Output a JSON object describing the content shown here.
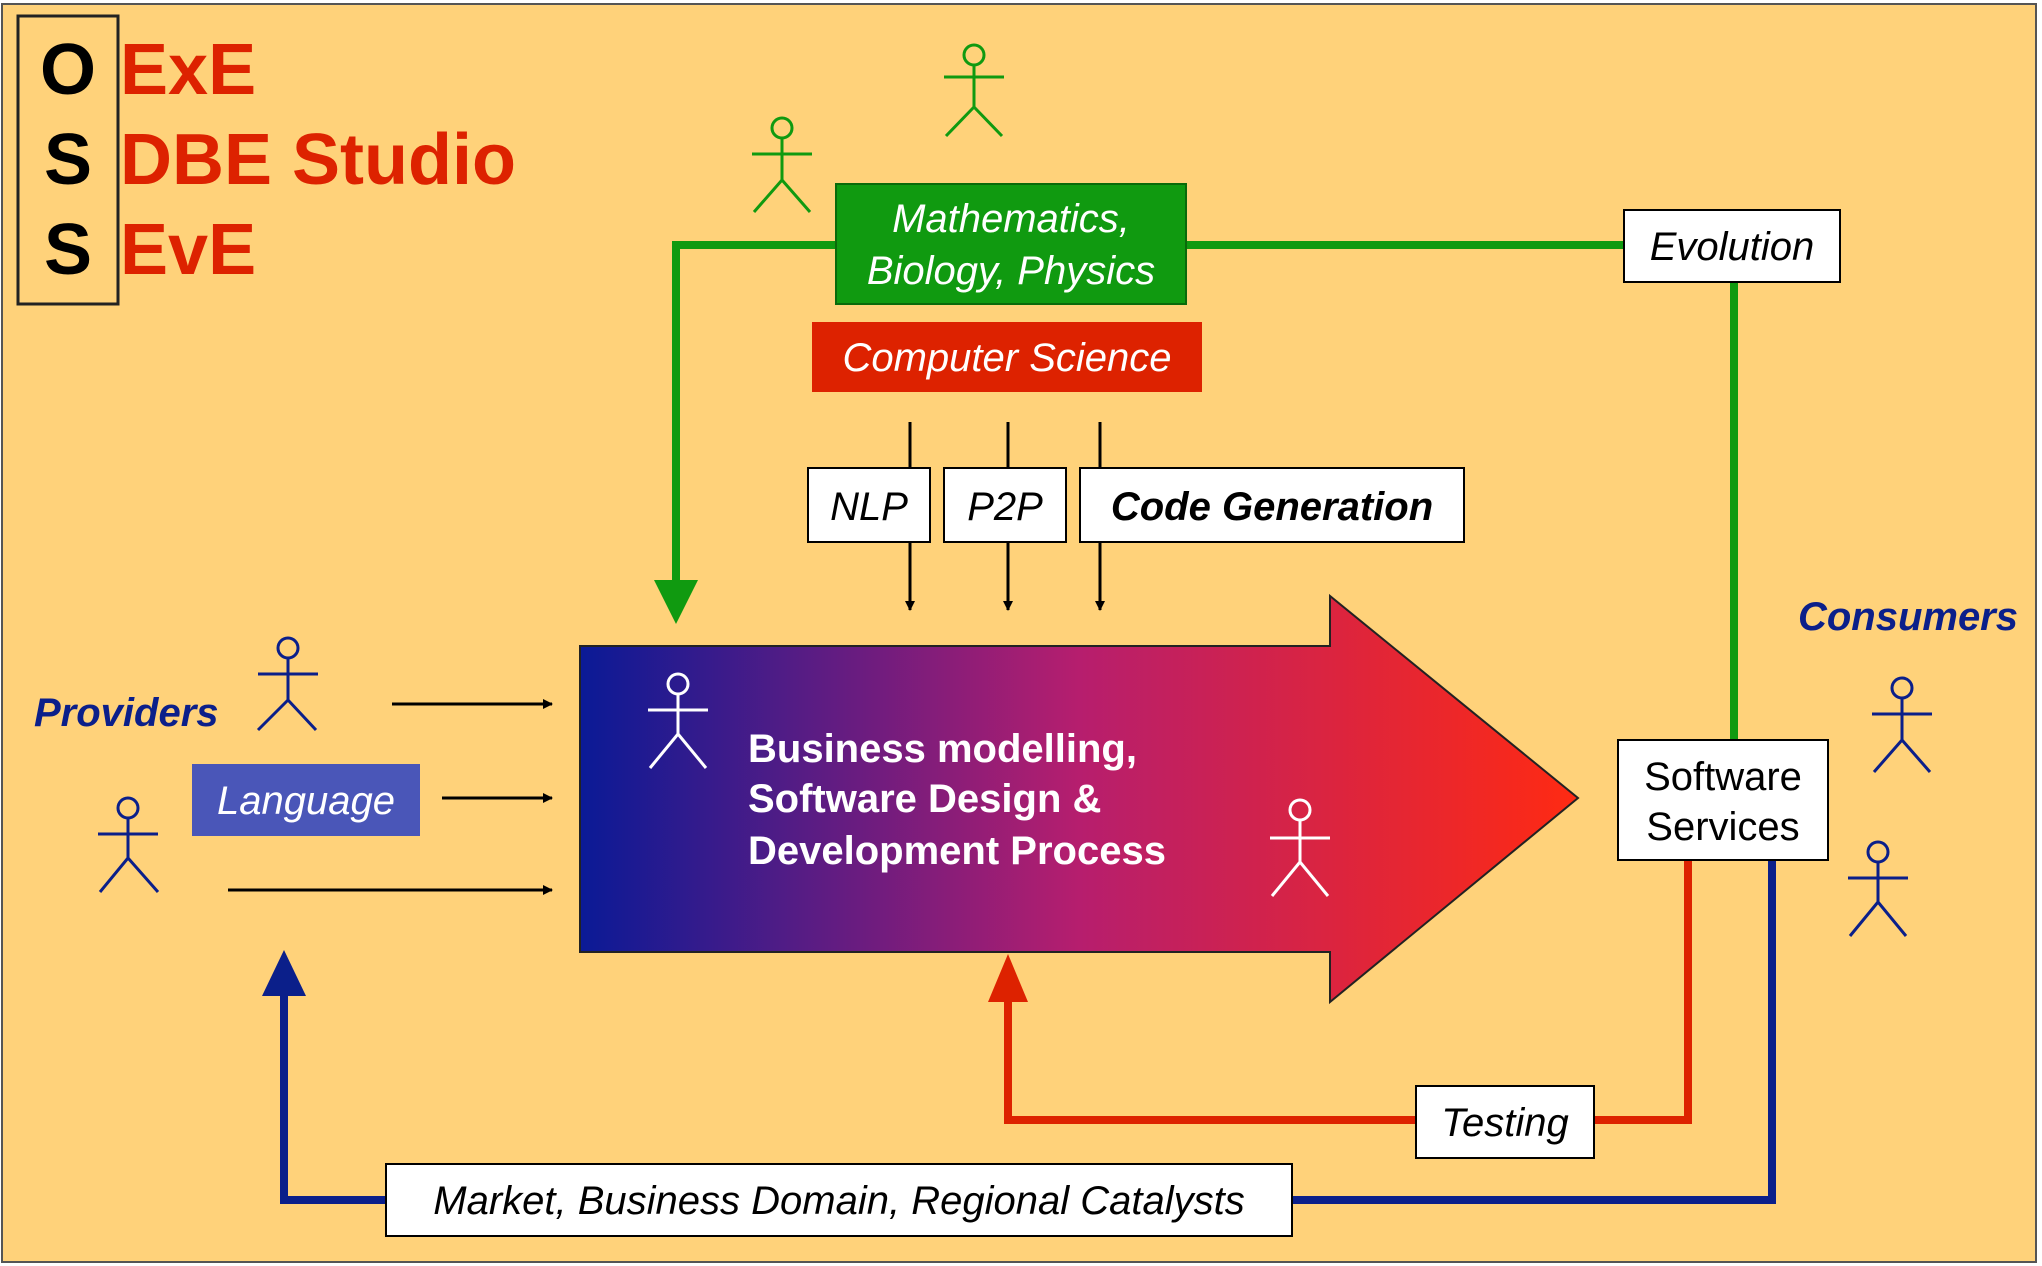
{
  "oss_letters": [
    "O",
    "S",
    "S"
  ],
  "products": [
    "ExE",
    "DBE Studio",
    "EvE"
  ],
  "disciplines": {
    "science_line1": "Mathematics,",
    "science_line2": "Biology, Physics",
    "computer_science": "Computer Science"
  },
  "technologies": [
    "NLP",
    "P2P",
    "Code Generation"
  ],
  "evolution": "Evolution",
  "consumers": "Consumers",
  "providers": "Providers",
  "language": "Language",
  "process": [
    "Business modelling,",
    "Software Design &",
    "Development Process"
  ],
  "software_services": [
    "Software",
    "Services"
  ],
  "testing": "Testing",
  "market": "Market, Business Domain, Regional Catalysts",
  "colors": {
    "background": "#ffd27a",
    "title_red": "#dd2200",
    "green": "#109a10",
    "red_box": "#dd2200",
    "navy": "#0b1f8a",
    "language_box": "#4a56b8",
    "arrow_start": "#0a1a96",
    "arrow_end": "#ff2a12"
  }
}
